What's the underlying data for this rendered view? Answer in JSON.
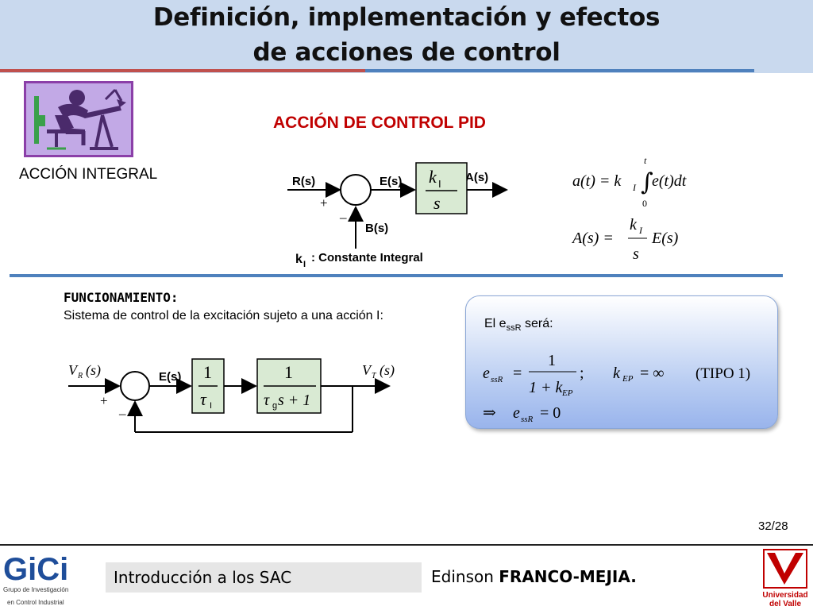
{
  "header": {
    "title_line1": "Definición, implementación y efectos",
    "title_line2": "de acciones de control"
  },
  "section_title": "ACCIÓN DE CONTROL PID",
  "integral_label": "ACCIÓN INTEGRAL",
  "diagram1": {
    "input": "R(s)",
    "error": "E(s)",
    "output": "A(s)",
    "feedback": "B(s)",
    "plus": "+",
    "minus": "–",
    "block_num": "k",
    "block_sub": "I",
    "block_den": "s",
    "caption_k": "k",
    "caption_sub": "I",
    "caption_text": ": Constante Integral"
  },
  "equations": {
    "time_lhs": "a(t) = k",
    "time_sub": "I",
    "time_rhs": "e(t)dt",
    "int_upper": "t",
    "int_lower": "0",
    "laplace_lhs": "A(s) =",
    "laplace_num": "k",
    "laplace_num_sub": "I",
    "laplace_den": "s",
    "laplace_rhs": "E(s)"
  },
  "funcionamiento": {
    "title": "FUNCIONAMIENTO:",
    "text": "Sistema de control de la excitación sujeto a una acción I:"
  },
  "diagram2": {
    "input": "V",
    "input_sub": "R",
    "input_arg": "(s)",
    "error": "E(s)",
    "output": "V",
    "output_sub": "T",
    "output_arg": "(s)",
    "plus": "+",
    "minus": "–",
    "block1_num": "1",
    "block1_den": "τ",
    "block1_den_sub": "I",
    "block2_num": "1",
    "block2_den_pre": "τ",
    "block2_den_sub": "g",
    "block2_den_post": "s + 1"
  },
  "essr": {
    "intro_pre": "El e",
    "intro_sub": "ssR",
    "intro_post": " será:",
    "e_var": "e",
    "e_sub": "ssR",
    "equals": "=",
    "frac_num": "1",
    "frac_den_pre": "1 + k",
    "frac_den_sub": "EP",
    "semicolon": ";",
    "k_var": "k",
    "k_sub": "EP",
    "k_value": "= ∞",
    "tipo": "(TIPO 1)",
    "implies": "⇒",
    "result_var": "e",
    "result_sub": "ssR",
    "result_value": "= 0"
  },
  "page_number": "32/28",
  "footer": {
    "course": "Introducción a los SAC",
    "author_first": "Edinson ",
    "author_last": "FRANCO-MEJIA.",
    "logo_text": "GiCi",
    "logo_caption1": "Grupo de Investigación",
    "logo_caption2": "en Control Industrial",
    "university_line1": "Universidad",
    "university_line2": "del Valle"
  },
  "colors": {
    "header_bg": "#c9d9ee",
    "accent_red": "#c00000",
    "accent_blue": "#4f81bd",
    "block_fill": "#d9ead3",
    "box_fill": "#b9cdf2"
  }
}
